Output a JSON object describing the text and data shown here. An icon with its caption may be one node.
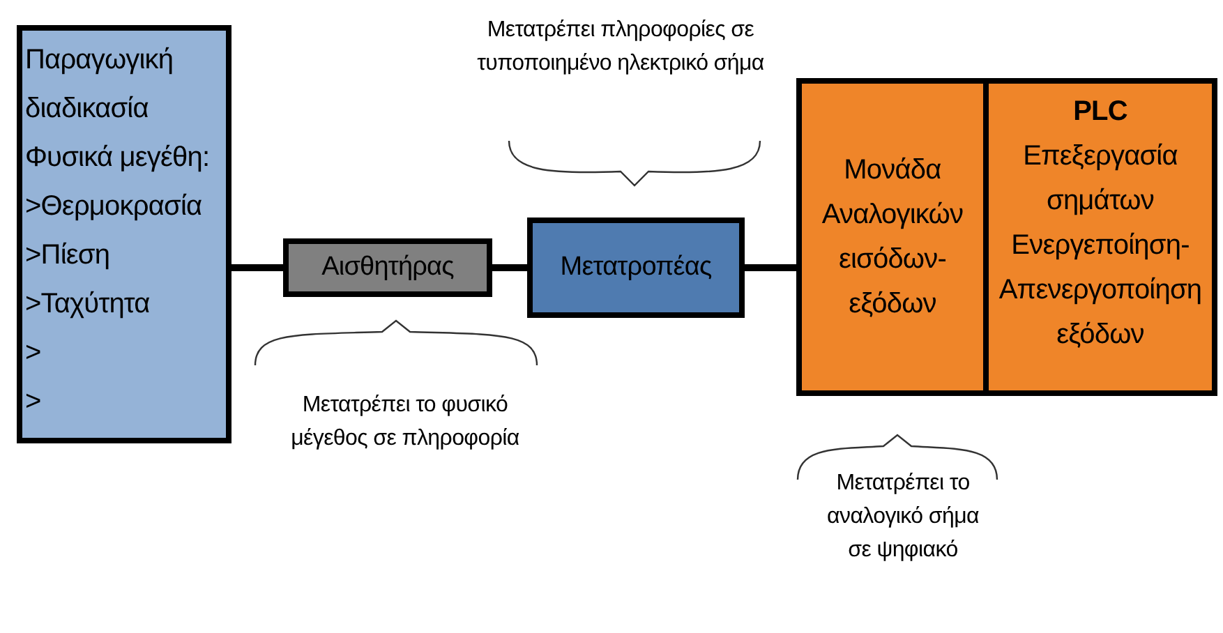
{
  "diagram": {
    "nodes": [
      {
        "text": [
          "Παραγωγική διαδικασία",
          "Φυσικά μεγέθη:",
          ">Θερμοκρασία",
          ">Πίεση",
          ">Ταχύτητα",
          ">",
          ">"
        ]
      },
      {
        "text": [
          "Αισθητήρας"
        ]
      },
      {
        "text": [
          "Μετατροπέας"
        ]
      },
      {
        "text": [
          "Μονάδα Αναλογικών εισόδων-εξόδων"
        ],
        "beside": [
          "Μετατρέπει το αναλογικό σήμα σε ψηφιακό"
        ]
      },
      {
        "text": [
          "PLC",
          "Επεξεργασία σημάτων",
          "Ενεργεποίηση-Απενεργοποίηση εξόδων"
        ]
      }
    ],
    "edges": [
      {
        "from": 0,
        "to": 1,
        "arrow": "none"
      },
      {
        "from": 1,
        "to": 2,
        "arrow": "none"
      },
      {
        "from": 2,
        "to": 3,
        "arrow": "none"
      }
    ],
    "labels": [
      "Μετατρέπει πληροφορίες σε τυποποιημένο ηλεκτρικό σήμα",
      "Μετατρέπει το φυσικό μέγεθος σε πληροφορία"
    ]
  }
}
